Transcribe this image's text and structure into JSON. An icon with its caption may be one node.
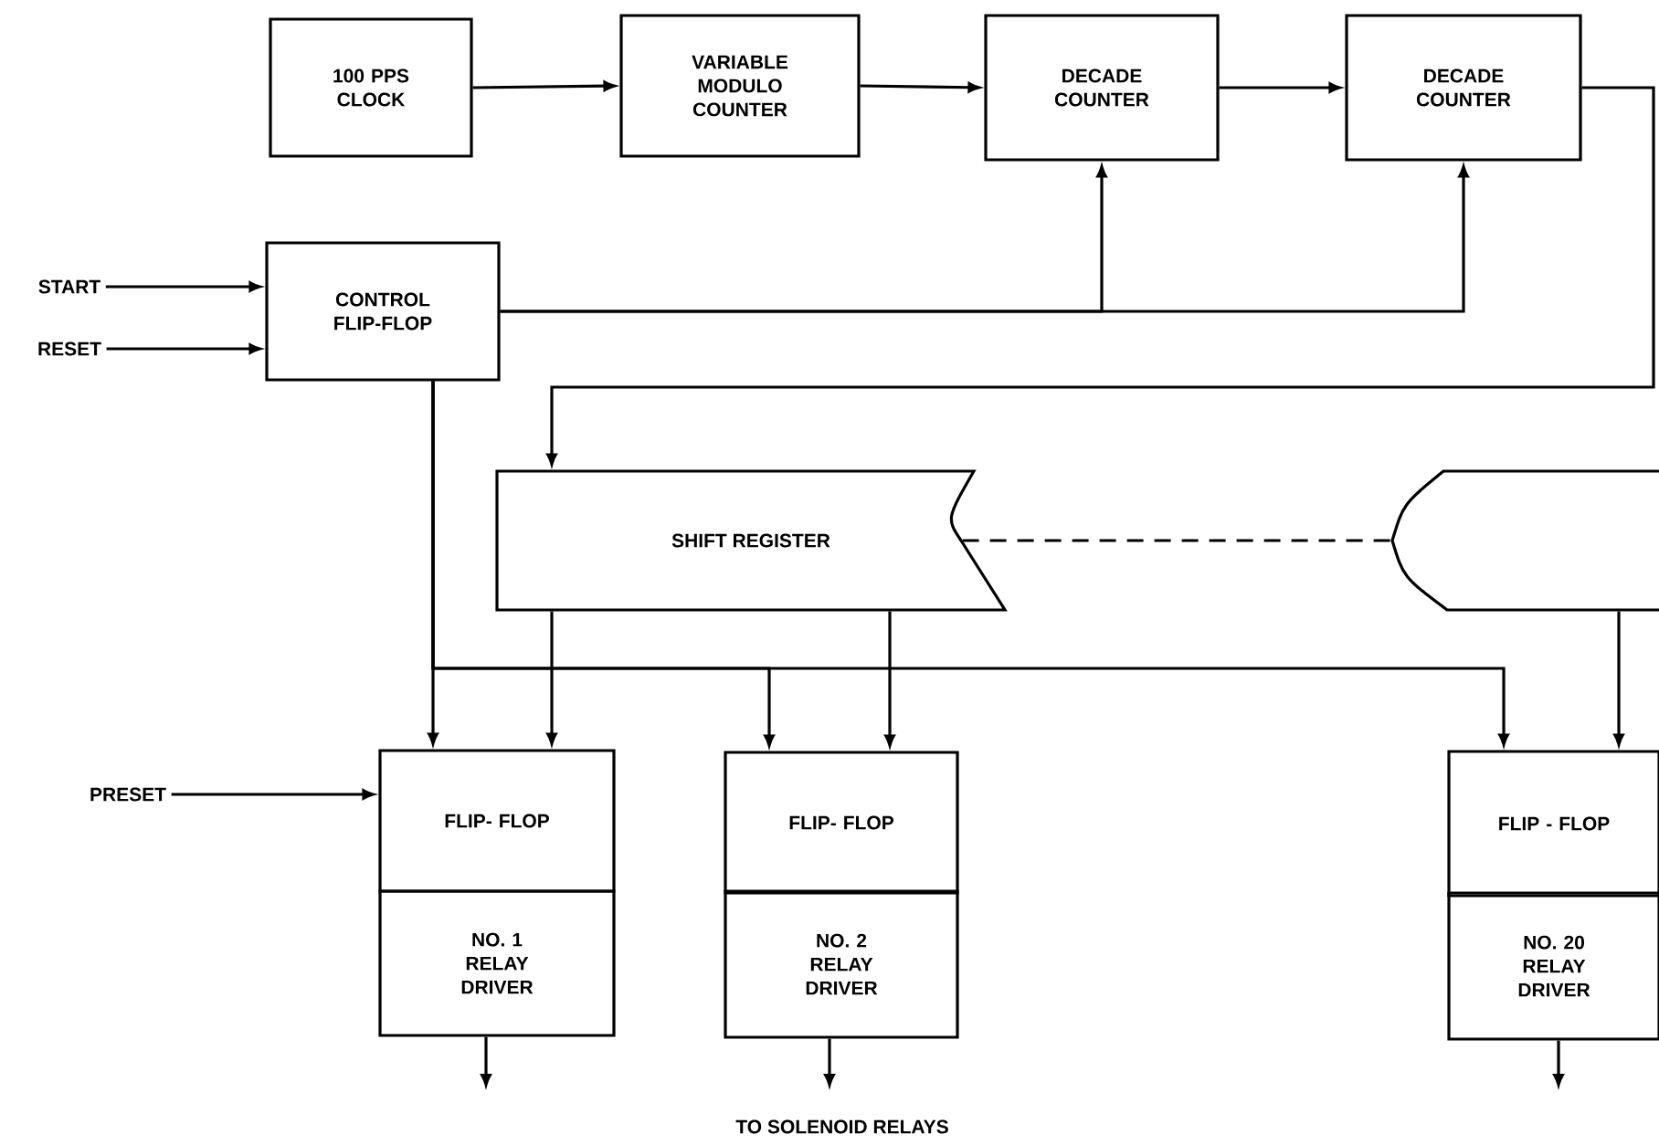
{
  "diagram": {
    "nodes": [
      {
        "text": [
          "100 PPS CLOCK"
        ]
      },
      {
        "text": [
          "VARIABLE MODULO COUNTER"
        ]
      },
      {
        "text": [
          "DECADE COUNTER"
        ]
      },
      {
        "text": [
          "DECADE COUNTER"
        ]
      },
      {
        "text": [
          "START"
        ]
      },
      {
        "text": [
          "RESET"
        ]
      },
      {
        "text": [
          "CONTROL FLIP-FLOP"
        ]
      },
      {
        "text": [
          "SHIFT REGISTER"
        ]
      },
      {
        "text": [],
        "shape": "box"
      },
      {
        "text": [
          "PRESET"
        ]
      },
      {
        "text": [
          "FLIP- FLOP"
        ]
      },
      {
        "text": [
          "NO. 1 RELAY DRIVER"
        ]
      },
      {
        "text": [
          "FLIP- FLOP"
        ]
      },
      {
        "text": [
          "NO. 2 RELAY DRIVER"
        ]
      },
      {
        "text": [
          "FLIP - FLOP"
        ]
      },
      {
        "text": [
          "NO. 20 RELAY DRIVER"
        ]
      }
    ],
    "edges": [
      {
        "from": 0,
        "to": 1,
        "arrow": "to"
      },
      {
        "from": 1,
        "to": 2,
        "arrow": "to"
      },
      {
        "from": 2,
        "to": 3,
        "arrow": "to"
      },
      {
        "from": 3,
        "to": 7,
        "arrow": "to"
      },
      {
        "from": 4,
        "to": 6,
        "arrow": "to"
      },
      {
        "from": 5,
        "to": 6,
        "arrow": "to"
      },
      {
        "from": 6,
        "to": 2,
        "arrow": "to"
      },
      {
        "from": 6,
        "to": 3,
        "arrow": "to"
      },
      {
        "from": 6,
        "to": 10,
        "arrow": "to"
      },
      {
        "from": 6,
        "to": 12,
        "arrow": "to"
      },
      {
        "from": 6,
        "to": 14,
        "arrow": "to"
      },
      {
        "from": 7,
        "to": 8,
        "arrow": "none",
        "style": "dashed"
      },
      {
        "from": 7,
        "to": 10,
        "arrow": "to"
      },
      {
        "from": 7,
        "to": 12,
        "arrow": "to"
      },
      {
        "from": 8,
        "to": 14,
        "arrow": "to"
      },
      {
        "from": 9,
        "to": 10,
        "arrow": "to"
      },
      {
        "from": 11,
        "to": null,
        "arrow": "to"
      },
      {
        "from": 13,
        "to": null,
        "arrow": "to"
      },
      {
        "from": 15,
        "to": null,
        "arrow": "to"
      }
    ],
    "labels": [
      "TO SOLENOID RELAYS"
    ]
  }
}
